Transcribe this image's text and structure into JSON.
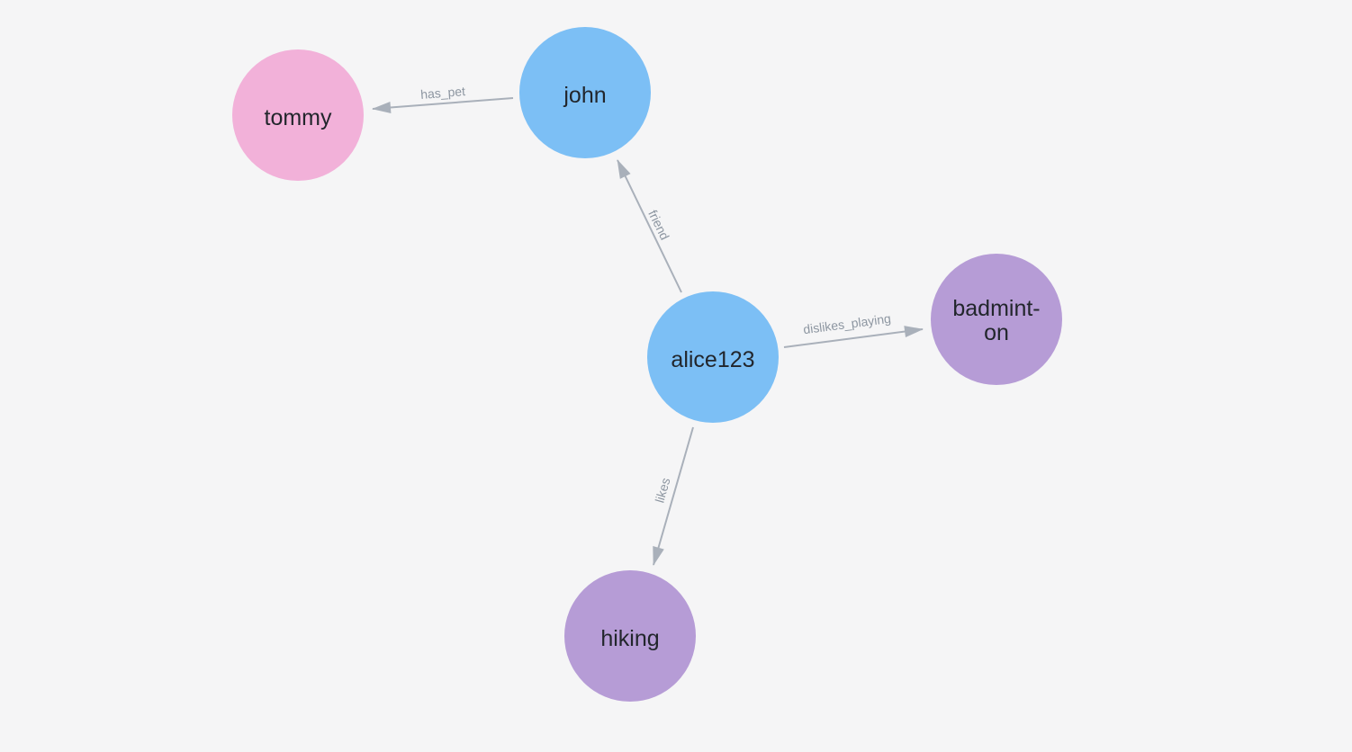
{
  "canvas": {
    "background": "#f5f5f6"
  },
  "palette": {
    "person_node": "#7cbff5",
    "pet_node": "#f2b1d9",
    "activity_node": "#b69cd6",
    "edge_line": "#a9b0ba",
    "edge_label": "#8d96a1",
    "node_label": "#22262c"
  },
  "graph": {
    "nodes": [
      {
        "id": "tommy",
        "label": "tommy",
        "type": "pet"
      },
      {
        "id": "john",
        "label": "john",
        "type": "person"
      },
      {
        "id": "alice123",
        "label": "alice123",
        "type": "person"
      },
      {
        "id": "badminton",
        "label": "badminton",
        "label_lines": [
          "badmint-",
          "on"
        ],
        "type": "activity"
      },
      {
        "id": "hiking",
        "label": "hiking",
        "type": "activity"
      }
    ],
    "edges": [
      {
        "from": "john",
        "to": "tommy",
        "label": "has_pet"
      },
      {
        "from": "alice123",
        "to": "john",
        "label": "friend"
      },
      {
        "from": "alice123",
        "to": "badminton",
        "label": "dislikes_playing"
      },
      {
        "from": "alice123",
        "to": "hiking",
        "label": "likes"
      }
    ]
  }
}
